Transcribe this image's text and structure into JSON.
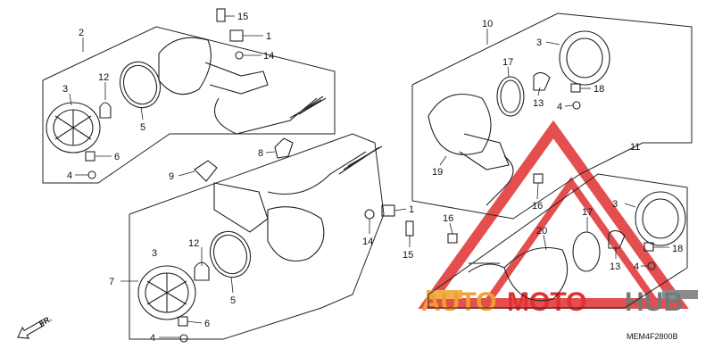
{
  "diagram": {
    "code": "MEM4F2800B",
    "direction": "FR.",
    "watermark": {
      "text_orange": "AUTO",
      "text_red": "MOTO",
      "text_grey": "HUB",
      "colors": {
        "orange": "#f0a030",
        "red": "#e03030",
        "grey": "#777777"
      }
    },
    "callouts": {
      "c2": "2",
      "c3a": "3",
      "c12a": "12",
      "c5a": "5",
      "c6a": "6",
      "c4a": "4",
      "c15a": "15",
      "c1a": "1",
      "c14a": "14",
      "c8": "8",
      "c9": "9",
      "c3b": "3",
      "c12b": "12",
      "c5b": "5",
      "c6b": "6",
      "c4b": "4",
      "c7": "7",
      "c1b": "1",
      "c14b": "14",
      "c15b": "15",
      "c10": "10",
      "c3c": "3",
      "c17a": "17",
      "c18a": "18",
      "c13a": "13",
      "c4c": "4",
      "c19": "19",
      "c11": "11",
      "c16a": "16",
      "c16b": "16",
      "c3d": "3",
      "c17b": "17",
      "c20": "20",
      "c13b": "13",
      "c4d": "4",
      "c18b": "18"
    }
  }
}
